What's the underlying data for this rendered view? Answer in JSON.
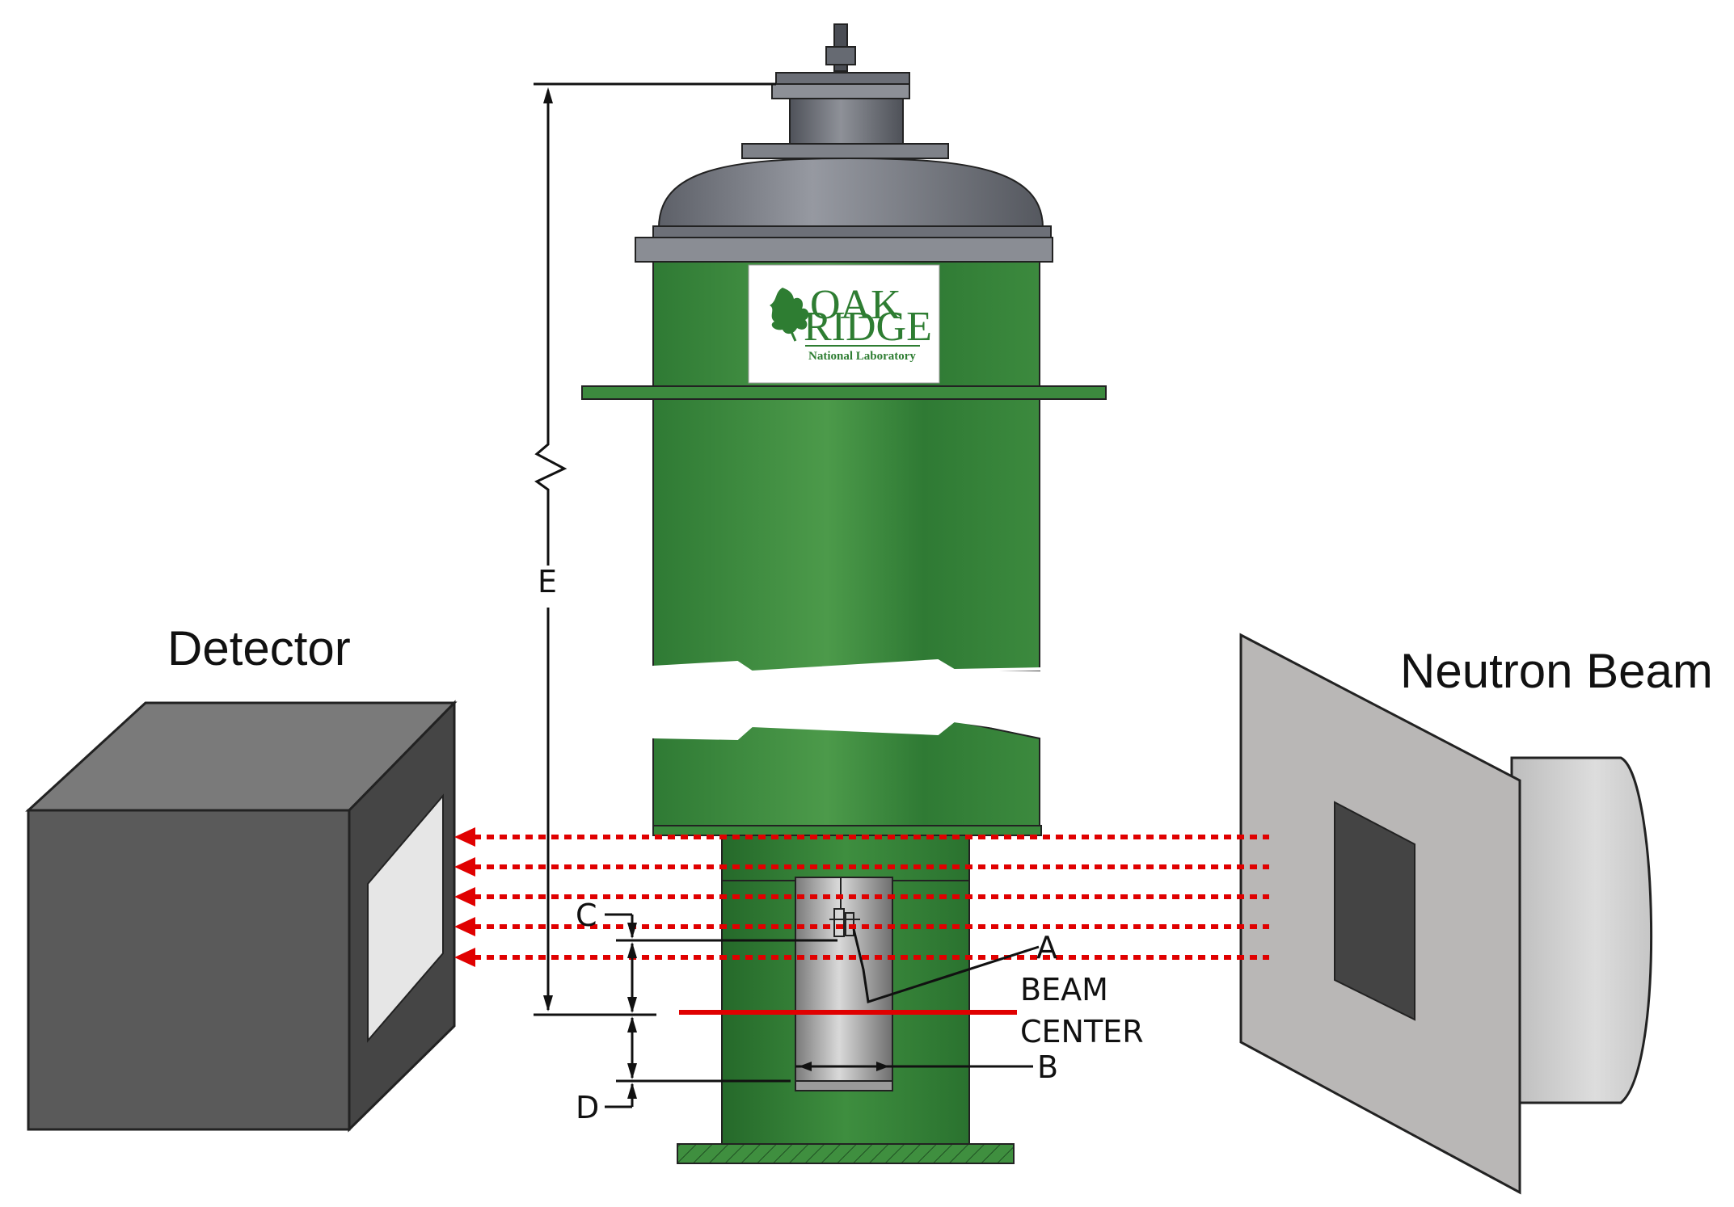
{
  "labels": {
    "detector": "Detector",
    "neutron_beam": "Neutron Beam",
    "beam_center": [
      "BEAM",
      "CENTER"
    ],
    "dim_a": "A",
    "dim_b": "B",
    "dim_c": "C",
    "dim_d": "D",
    "dim_e": "E"
  },
  "logo": {
    "line1": "OAK",
    "line2": "RIDGE",
    "line3": "National Laboratory",
    "color": "#2e7d32"
  },
  "colors": {
    "cryostat_green": "#3f8f3f",
    "beam_red": "#e00000",
    "detector_dark": "#555555",
    "beam_panel": "#b9b7b6"
  },
  "beam_line_count": 5
}
